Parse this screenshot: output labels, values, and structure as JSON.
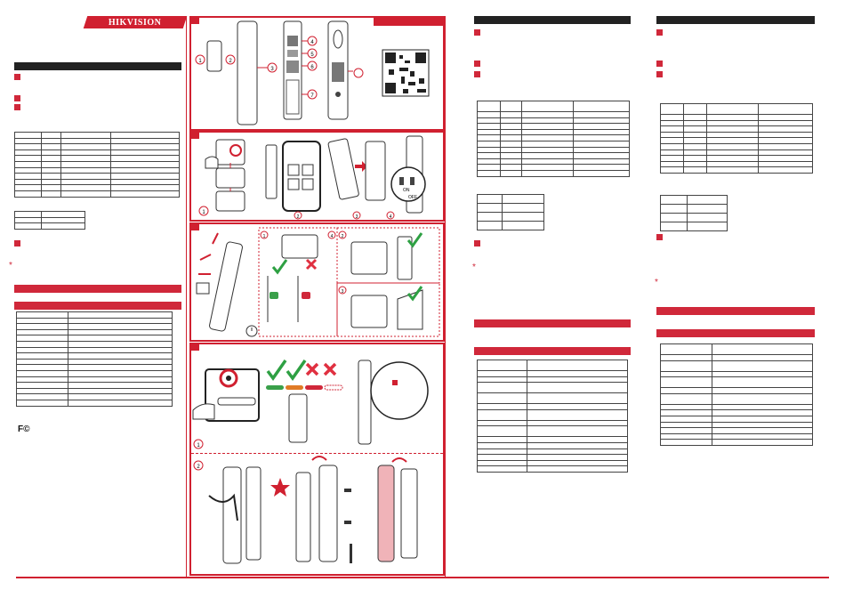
{
  "brand": {
    "name": "HIKVISION",
    "color": "#d02030"
  },
  "glyphs": {
    "fcc_mark": "F©",
    "star_note": "*"
  },
  "diagram_labels": {
    "panel1_callouts": [
      "1",
      "2",
      "3",
      "4",
      "5",
      "6",
      "7"
    ],
    "panel2_steps": [
      "1",
      "2",
      "3",
      "4"
    ],
    "panel3_steps": [
      "1",
      "2",
      "3",
      "4"
    ],
    "panel4_steps": [
      "1",
      "2"
    ],
    "switch_states": {
      "on": "ON",
      "off": "OFF"
    }
  },
  "icons": [
    "qr-code-icon",
    "check-icon",
    "cross-icon",
    "star-icon",
    "screw-icon",
    "finger-press-icon",
    "timer-icon",
    "sensor-device-icon",
    "magnet-icon",
    "phone-app-icon",
    "door-frame-icon",
    "window-frame-icon"
  ],
  "colors": {
    "accent": "#d02030",
    "section_dark": "#222222",
    "check_green": "#2ea043",
    "cross_red": "#e03040",
    "led_green": "#3aa04a",
    "led_orange": "#e07b26",
    "led_red": "#d0283a",
    "battery_pink": "#f0b3b8"
  }
}
